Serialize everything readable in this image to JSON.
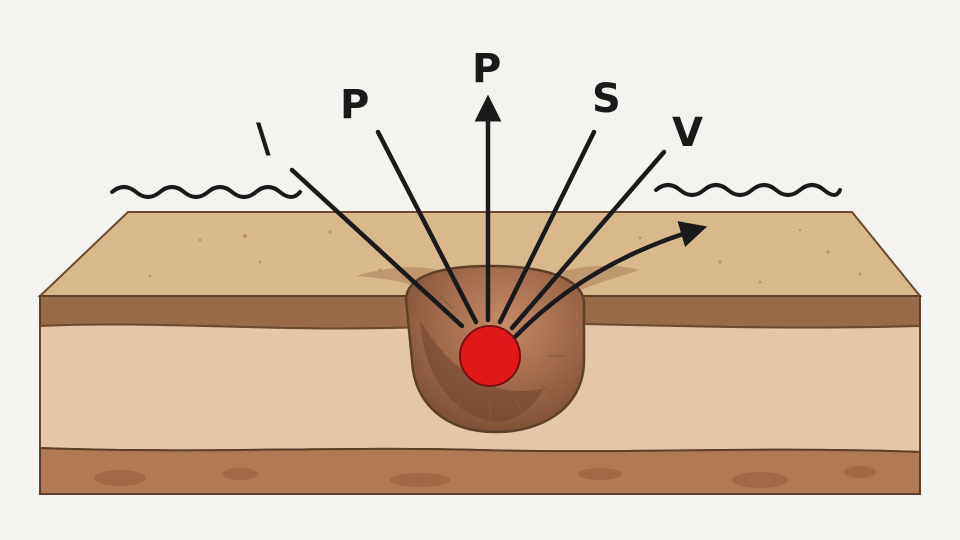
{
  "diagram": {
    "labels": {
      "p_left": "P",
      "p_center": "P",
      "s": "S",
      "v": "V",
      "tick": "\\"
    },
    "colors": {
      "background": "#f4f3ef",
      "top_soil": "#d9b88c",
      "mid_layer": "#e5c6a6",
      "bottom_layer": "#b07a54",
      "band": "#9a6b48",
      "pit": "#8c5c40",
      "focus": "#e01818",
      "rays": "#1a1a1a"
    }
  }
}
